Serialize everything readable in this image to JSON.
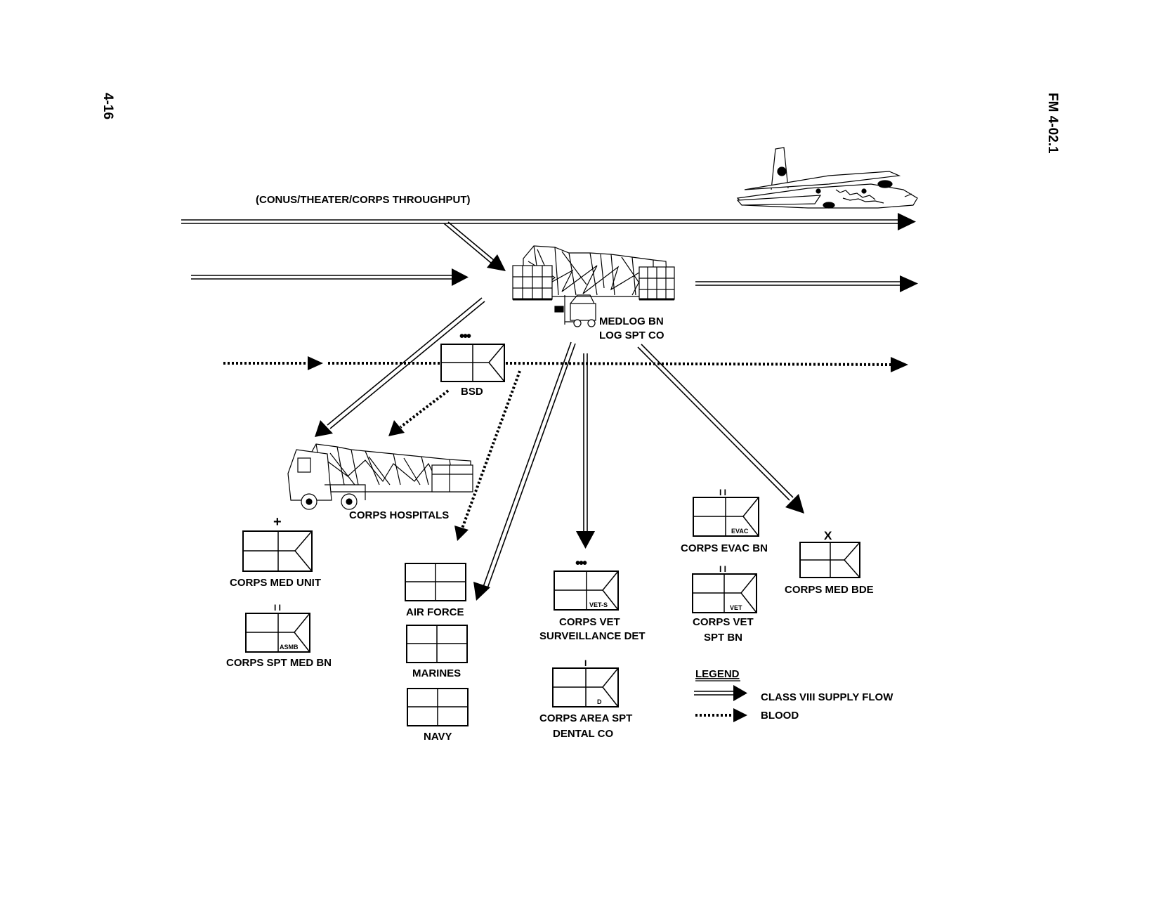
{
  "header": {
    "page_number": "4-16",
    "manual_id": "FM 4-02.1"
  },
  "labels": {
    "throughput": "(CONUS/THEATER/CORPS THROUGHPUT)",
    "medlog_line1": "MEDLOG BN",
    "medlog_line2": "LOG SPT CO",
    "bsd": "BSD",
    "corps_hospitals": "CORPS HOSPITALS",
    "corps_med_unit": "CORPS MED UNIT",
    "corps_spt_med_bn": "CORPS SPT MED BN",
    "air_force": "AIR FORCE",
    "marines": "MARINES",
    "navy": "NAVY",
    "vet_det_line1": "CORPS VET",
    "vet_det_line2": "SURVEILLANCE DET",
    "dental_line1": "CORPS AREA SPT",
    "dental_line2": "DENTAL CO",
    "evac_bn": "CORPS EVAC BN",
    "vet_bn_line1": "CORPS VET",
    "vet_bn_line2": "SPT BN",
    "med_bde": "CORPS MED BDE"
  },
  "unit_markers": {
    "bsd_size": "•••",
    "med_unit_size": "+",
    "spt_med_bn_size": "I I",
    "evac_bn_size": "I I",
    "vet_bn_size": "I I",
    "vet_det_size": "•••",
    "dental_size": "I",
    "med_bde_size": "X",
    "asmb_tag": "ASMB",
    "evac_tag": "EVAC",
    "vets_tag": "VET-S",
    "vet_tag": "VET",
    "dental_tag": "D"
  },
  "legend": {
    "title": "LEGEND",
    "supply_flow": "CLASS VIII SUPPLY FLOW",
    "blood": "BLOOD"
  },
  "icons": [
    "aircraft-icon",
    "medlog-tent-icon",
    "forklift-icon",
    "hospital-tent-icon",
    "truck-icon"
  ],
  "colors": {
    "ink": "#000000",
    "paper": "#ffffff"
  }
}
